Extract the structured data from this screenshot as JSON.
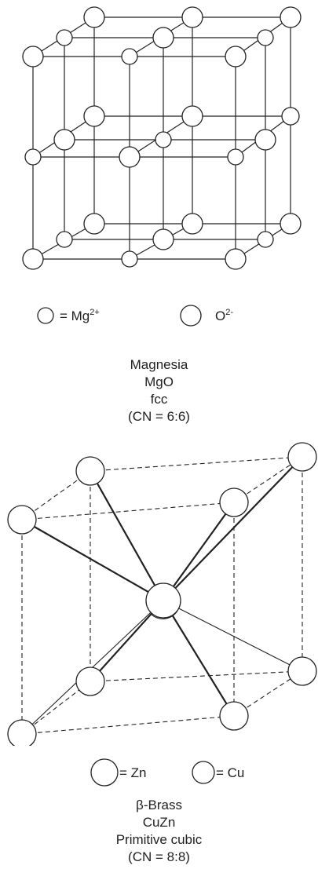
{
  "magnesia": {
    "legend": {
      "mg_label": "= Mg",
      "mg_charge": "2+",
      "o_label": "O",
      "o_charge": "2-"
    },
    "caption": [
      "Magnesia",
      "MgO",
      "fcc",
      "(CN = 6:6)"
    ]
  },
  "brass": {
    "legend": {
      "zn_label": "= Zn",
      "cu_label": "= Cu"
    },
    "caption": [
      "β-Brass",
      "CuZn",
      "Primitive cubic",
      "(CN = 8:8)"
    ]
  }
}
